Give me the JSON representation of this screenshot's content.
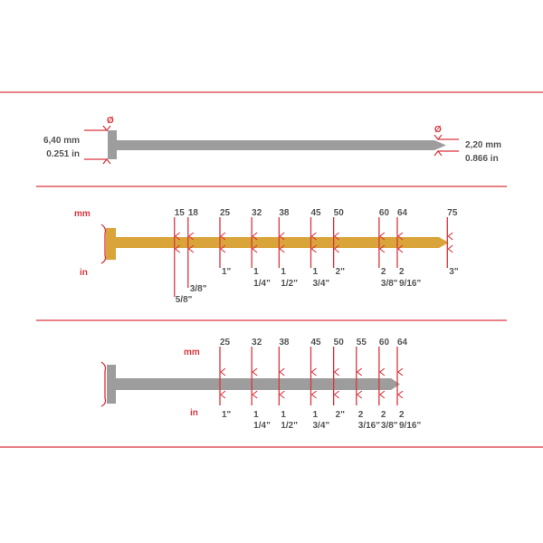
{
  "colors": {
    "accent": "#d9363e",
    "gray_nail": "#9d9d9d",
    "gold_nail": "#d9a53a",
    "text": "#555555"
  },
  "diameter": {
    "symbol": "Ø",
    "head_mm": "6,40 mm",
    "head_in": "0.251 in",
    "shank_mm": "2,20 mm",
    "shank_in": "0.866 in"
  },
  "gold": {
    "mm_label": "mm",
    "in_label": "in",
    "lengths": [
      {
        "mm": "15",
        "in1": "",
        "in2": "5/8\""
      },
      {
        "mm": "18",
        "in1": "3/8\"",
        "in2": ""
      },
      {
        "mm": "25",
        "in1": "1\"",
        "in2": ""
      },
      {
        "mm": "32",
        "in1": "1",
        "in2": "1/4\""
      },
      {
        "mm": "38",
        "in1": "1",
        "in2": "1/2\""
      },
      {
        "mm": "45",
        "in1": "1",
        "in2": "3/4\""
      },
      {
        "mm": "50",
        "in1": "2\"",
        "in2": ""
      },
      {
        "mm": "60",
        "in1": "2",
        "in2": "3/8\""
      },
      {
        "mm": "64",
        "in1": "2",
        "in2": "9/16\""
      },
      {
        "mm": "75",
        "in1": "3\"",
        "in2": ""
      }
    ]
  },
  "gray": {
    "mm_label": "mm",
    "in_label": "in",
    "lengths": [
      {
        "mm": "25",
        "in1": "1\"",
        "in2": ""
      },
      {
        "mm": "32",
        "in1": "1",
        "in2": "1/4\""
      },
      {
        "mm": "38",
        "in1": "1",
        "in2": "1/2\""
      },
      {
        "mm": "45",
        "in1": "1",
        "in2": "3/4\""
      },
      {
        "mm": "50",
        "in1": "2\"",
        "in2": ""
      },
      {
        "mm": "55",
        "in1": "2",
        "in2": "3/16\""
      },
      {
        "mm": "60",
        "in1": "2",
        "in2": "3/8\""
      },
      {
        "mm": "64",
        "in1": "2",
        "in2": "9/16\""
      }
    ]
  }
}
